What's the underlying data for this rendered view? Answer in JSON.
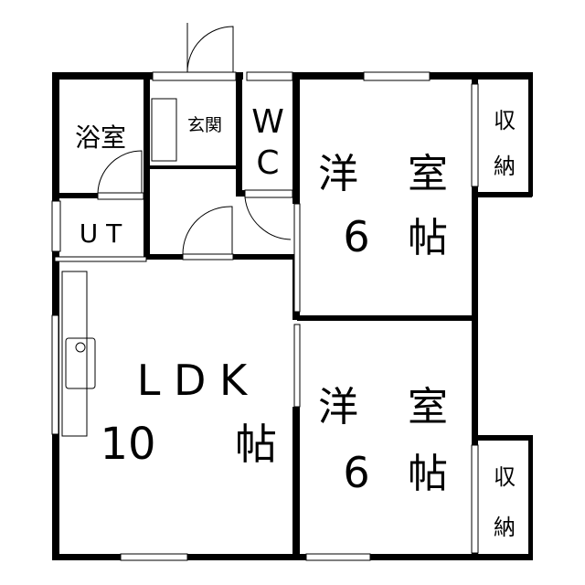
{
  "rooms": {
    "bath": "浴室",
    "genkan": "玄関",
    "wc_w": "W",
    "wc_c": "C",
    "ut": "U T",
    "western1_a": "洋",
    "western1_b": "室",
    "western1_size": "6",
    "western1_unit": "帖",
    "western2_a": "洋",
    "western2_b": "室",
    "western2_size": "6",
    "western2_unit": "帖",
    "ldk": "L D K",
    "ldk_size": "10",
    "ldk_unit": "帖",
    "closet1_a": "収",
    "closet1_b": "納",
    "closet2_a": "収",
    "closet2_b": "納"
  }
}
